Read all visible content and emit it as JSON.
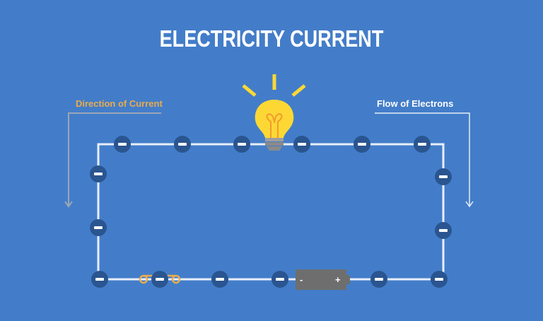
{
  "title": "ELECTRICITY CURRENT",
  "labels": {
    "direction_of_current": "Direction of Current",
    "flow_of_electrons": "Flow of Electrons"
  },
  "battery": {
    "minus": "-",
    "plus": "+"
  },
  "colors": {
    "background": "#437dc9",
    "wire": "#e8eef8",
    "electron": "#2a5590",
    "bulb": "#fdd835",
    "current_arrow": "#9aa7b8",
    "current_label": "#e8ac4e",
    "battery": "#6e6e6e",
    "switch": "#e8ac4e"
  }
}
